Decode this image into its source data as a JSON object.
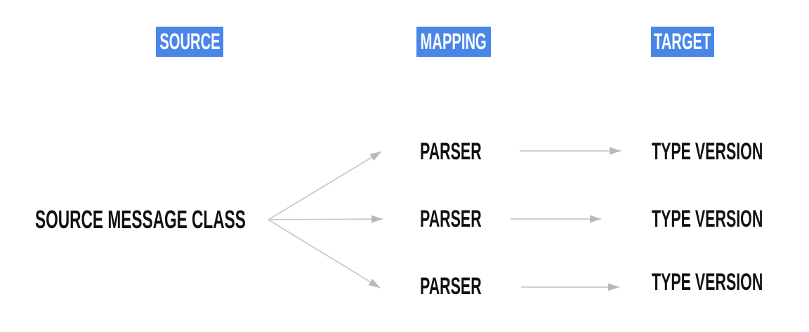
{
  "diagram": {
    "columns": [
      {
        "id": "source",
        "label": "SOURCE"
      },
      {
        "id": "mapping",
        "label": "MAPPING"
      },
      {
        "id": "target",
        "label": "TARGET"
      }
    ],
    "source_node": {
      "label": "SOURCE MESSAGE CLASS"
    },
    "rows": [
      {
        "parser": "PARSER",
        "target": "TYPE VERSION"
      },
      {
        "parser": "PARSER",
        "target": "TYPE VERSION"
      },
      {
        "parser": "PARSER",
        "target": "TYPE VERSION"
      }
    ],
    "colors": {
      "header_bg": "#4a86e8",
      "header_text": "#ffffff",
      "node_text": "#111111",
      "arrow_line": "#c7cacf",
      "arrow_head": "#b5b9c1"
    }
  }
}
